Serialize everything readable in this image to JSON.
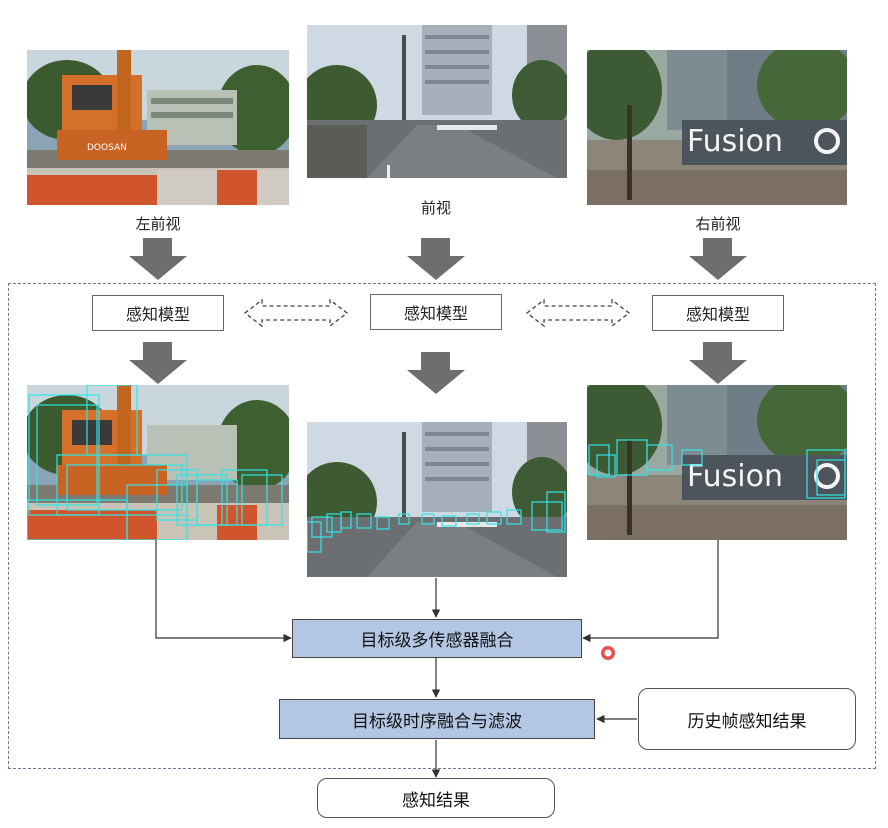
{
  "cameras": {
    "left_label": "左前视",
    "front_label": "前视",
    "right_label": "右前视"
  },
  "perception_model_label": "感知模型",
  "sign_text": "Fusion",
  "excavator_brand": "DOOSAN",
  "object_fusion_label": "目标级多传感器融合",
  "temporal_fusion_label": "目标级时序融合与滤波",
  "history_label": "历史帧感知结果",
  "output_label": "感知结果",
  "colors": {
    "fusion_fill": "#b3c6e3",
    "arrow_gray": "#6e6e6e",
    "detection_box": "#2ee6e6",
    "frame_dash": "#6b7a99",
    "pointer_red": "#e53030"
  }
}
